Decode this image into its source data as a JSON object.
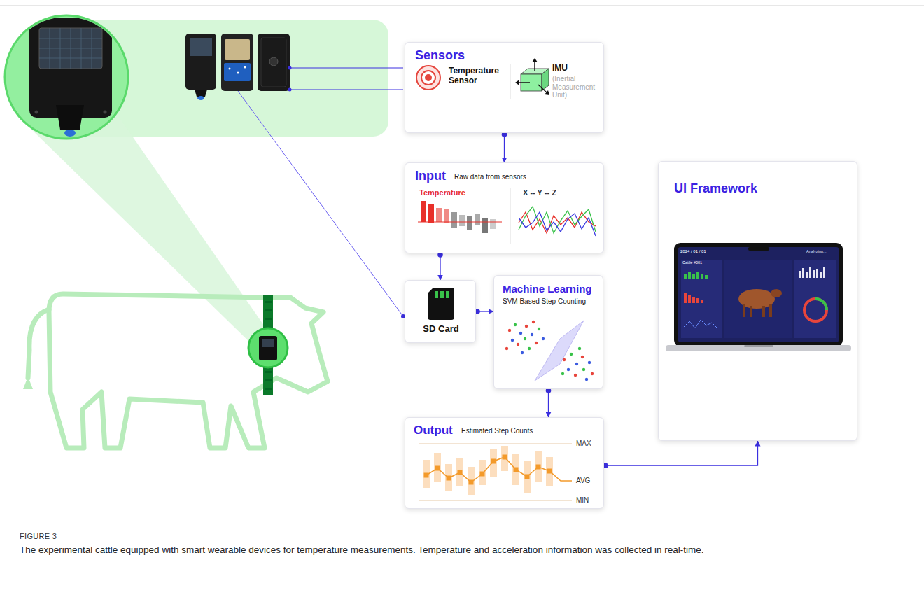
{
  "diagram": {
    "caption": "The experimental cattle equipped with smart wearable devices for temperature measurements. Temperature and acceleration information was collected in real-time.",
    "nodes": [
      {
        "text": [
          "Sensors",
          "Temperature Sensor",
          "IMU",
          "(Inertial Measurement Unit)"
        ]
      },
      {
        "text": [
          "Input",
          "Raw data from sensors",
          "Temperature",
          "X -- Y -- Z"
        ]
      },
      {
        "text": [
          "SD Card"
        ]
      },
      {
        "text": [
          "Machine Learning",
          "SVM Based Step Counting"
        ]
      },
      {
        "text": [
          "Output",
          "Estimated Step Counts",
          "MAX",
          "AVG",
          "MIN"
        ]
      },
      {
        "text": [
          "UI Framework"
        ]
      }
    ],
    "edges": [
      {
        "from": 0,
        "to": 1,
        "arrow": "to"
      },
      {
        "from": 1,
        "to": 2,
        "arrow": "to"
      },
      {
        "from": 2,
        "to": 3,
        "arrow": "to"
      },
      {
        "from": 3,
        "to": 4,
        "arrow": "to"
      },
      {
        "from": 4,
        "to": 5,
        "arrow": "to"
      }
    ],
    "labels": [
      "FIGURE 3",
      "2024 / 01 / 01",
      "Analyzing...",
      "Cattle #001"
    ]
  }
}
